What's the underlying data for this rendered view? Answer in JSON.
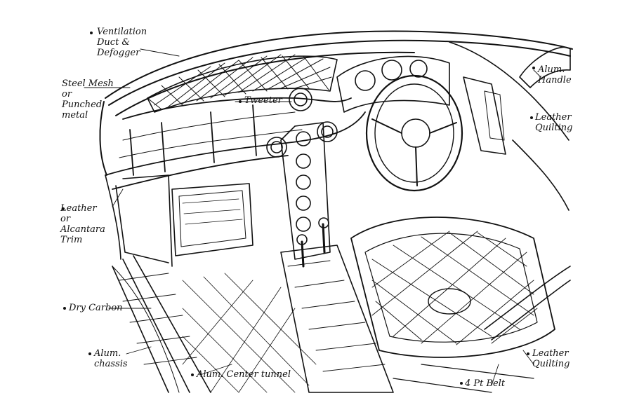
{
  "sketch": {
    "subject": "car-interior-concept-sketch",
    "ink_color": "#111111",
    "paper_color": "#ffffff"
  },
  "annotations": {
    "ventilation": "Ventilation\nDuct &\nDefogger",
    "steel_mesh": "Steel Mesh\nor\nPunched\nmetal",
    "tweeter": "Tweeter",
    "alum_handle": "Alum.\nHandle",
    "leather_quilting_right": "Leather\nQuilting",
    "leather_alcantara": "Leather\nor\nAlcantara\nTrim",
    "dry_carbon": "Dry Carbon",
    "alum_chassis": "Alum.\nchassis",
    "alum_center_tunnel": "Alum. Center tunnel",
    "four_pt_belt": "4 Pt Belt",
    "leather_quilting_bottom": "Leather\nQuilting"
  }
}
